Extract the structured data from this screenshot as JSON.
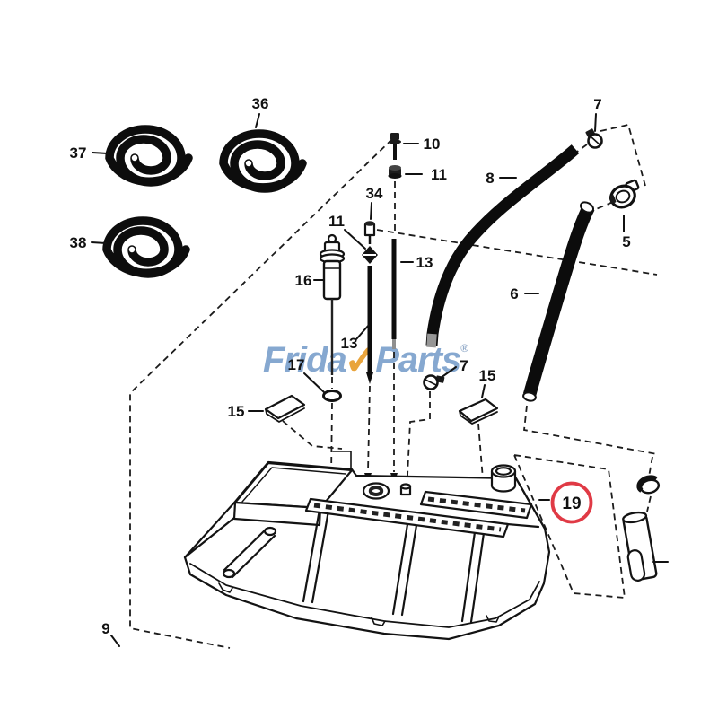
{
  "watermark": {
    "part1": "Frida",
    "check": "✓",
    "part2": "Parts",
    "reg": "®",
    "blue": "#86a8d0",
    "orange": "#e9a43c"
  },
  "diagram": {
    "type": "exploded-parts-diagram",
    "subject": "fuel-tank-assembly",
    "highlight_color": "#e03a45",
    "highlighted_part": "19",
    "labels": [
      {
        "id": "37",
        "text": "37"
      },
      {
        "id": "36",
        "text": "36"
      },
      {
        "id": "38",
        "text": "38"
      },
      {
        "id": "10",
        "text": "10"
      },
      {
        "id": "11a",
        "text": "11"
      },
      {
        "id": "34",
        "text": "34"
      },
      {
        "id": "11b",
        "text": "11"
      },
      {
        "id": "16",
        "text": "16"
      },
      {
        "id": "13a",
        "text": "13"
      },
      {
        "id": "13b",
        "text": "13"
      },
      {
        "id": "17",
        "text": "17"
      },
      {
        "id": "15L",
        "text": "15"
      },
      {
        "id": "15R",
        "text": "15"
      },
      {
        "id": "7t",
        "text": "7"
      },
      {
        "id": "5",
        "text": "5"
      },
      {
        "id": "8",
        "text": "8"
      },
      {
        "id": "6",
        "text": "6"
      },
      {
        "id": "7m",
        "text": "7"
      },
      {
        "id": "9",
        "text": "9"
      },
      {
        "id": "19",
        "text": "19"
      }
    ]
  }
}
